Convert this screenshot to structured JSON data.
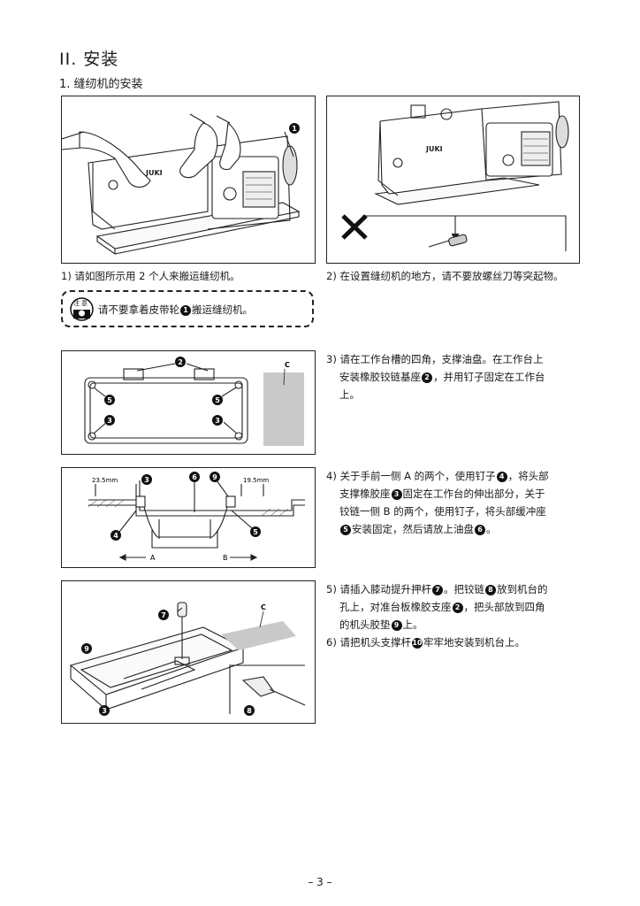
{
  "heading": "II. 安装",
  "subheading": "1. 缝纫机的安装",
  "captions": {
    "c1": "1) 请如图所示用 2 个人来搬运缝纫机。",
    "c2": "2) 在设置缝纫机的地方，请不要放螺丝刀等突起物。"
  },
  "caution": {
    "icon_chars": "注意",
    "text_before": "请不要拿着皮带轮",
    "marker": "1",
    "text_after": "搬运缝纫机。"
  },
  "step3": {
    "line1": "3) 请在工作台槽的四角，支撑油盘。在工作台上",
    "line2": "安装橡胶铰链基座",
    "m1": "2",
    "line2b": "，并用钉子固定在工作台",
    "line3": "上。"
  },
  "step4": {
    "l1a": "4) 关于手前一侧 A 的两个，使用钉子",
    "m1": "4",
    "l1b": "，将头部",
    "l2a": "支撑橡胶座",
    "m2": "3",
    "l2b": "固定在工作台的伸出部分，关于",
    "l3": "铰链一侧 B 的两个，使用钉子，将头部缓冲座",
    "m3": "5",
    "l4a": "安装固定，然后请放上油盘",
    "m4": "6",
    "l4b": "。"
  },
  "step5": {
    "l1a": "5) 请插入膝动提升押杆",
    "m1": "7",
    "l1b": "。把铰链",
    "m2": "8",
    "l1c": "放到机台的",
    "l2a": "孔上，对准台板橡胶支座",
    "m3": "2",
    "l2b": "，把头部放到四角",
    "l3a": "的机头胶垫",
    "m4": "9",
    "l3b": "上。"
  },
  "step6": {
    "l1a": "6) 请把机头支撑杆",
    "m1": "10",
    "l1b": "牢牢地安装到机台上。"
  },
  "figures": {
    "fig1": {
      "brand": "JUKI",
      "marker": "1"
    },
    "fig2": {
      "brand": "JUKI"
    },
    "fig3": {
      "markers": [
        "2",
        "5",
        "5",
        "3",
        "3"
      ],
      "label_c": "C"
    },
    "fig4": {
      "dim_left": "23.5mm",
      "dim_right": "19.5mm",
      "markers": [
        "3",
        "6",
        "9",
        "4",
        "5"
      ],
      "label_a": "A",
      "label_b": "B"
    },
    "fig5": {
      "markers": [
        "7",
        "9",
        "3",
        "8"
      ],
      "label_c": "C"
    }
  },
  "page_number": "– 3 –"
}
